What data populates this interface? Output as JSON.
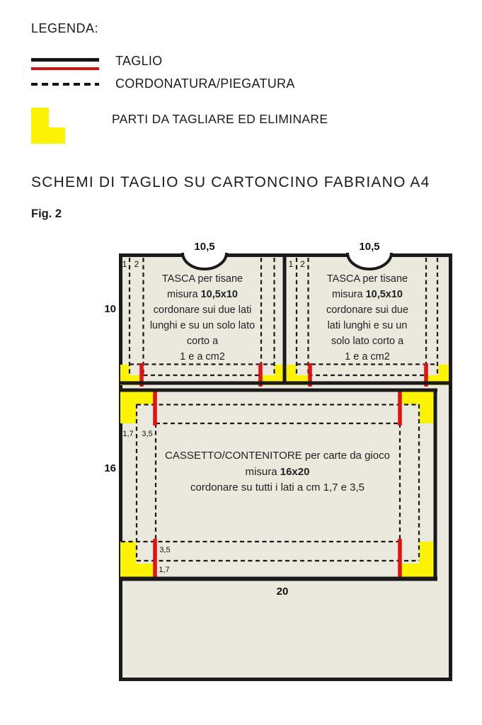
{
  "legend": {
    "title": "LEGENDA:",
    "taglio_label": "TAGLIO",
    "cordonatura_label": "CORDONATURA/PIEGATURA",
    "parti_label": "PARTI DA TAGLIARE ED ELIMINARE"
  },
  "page": {
    "title": "SCHEMI DI TAGLIO SU CARTONCINO FABRIANO A4",
    "figure_label": "Fig. 2"
  },
  "colors": {
    "cut_line_black": "#1a1a1a",
    "cut_line_red": "#e31111",
    "waste_yellow": "#fcf303",
    "sheet_fill": "#ebe8dd"
  },
  "diagram": {
    "labels": {
      "tasca_width": "10,5",
      "tasca_height": "10",
      "margin_1": "1",
      "margin_2": "2",
      "cassetto_height": "16",
      "cassetto_width": "20",
      "fold_17": "1,7",
      "fold_35": "3,5"
    },
    "tasca_left": {
      "line1": "TASCA per tisane",
      "line2_prefix": "misura ",
      "line2_bold": "10,5x10",
      "line3": "cordonare sui due lati",
      "line4": "lunghi e su un solo lato",
      "line5": "corto a",
      "line6": "1 e a cm2"
    },
    "tasca_right": {
      "line1": "TASCA per tisane",
      "line2_prefix": "misura ",
      "line2_bold": "10,5x10",
      "line3": "cordonare sui due",
      "line4": "lati lunghi e su un",
      "line5": "solo lato corto a",
      "line6": "1 e a cm2"
    },
    "cassetto": {
      "line1": "CASSETTO/CONTENITORE per carte da gioco",
      "line2_prefix": "misura ",
      "line2_bold": "16x20",
      "line3": "cordonare su tutti i lati a cm 1,7 e 3,5"
    }
  }
}
